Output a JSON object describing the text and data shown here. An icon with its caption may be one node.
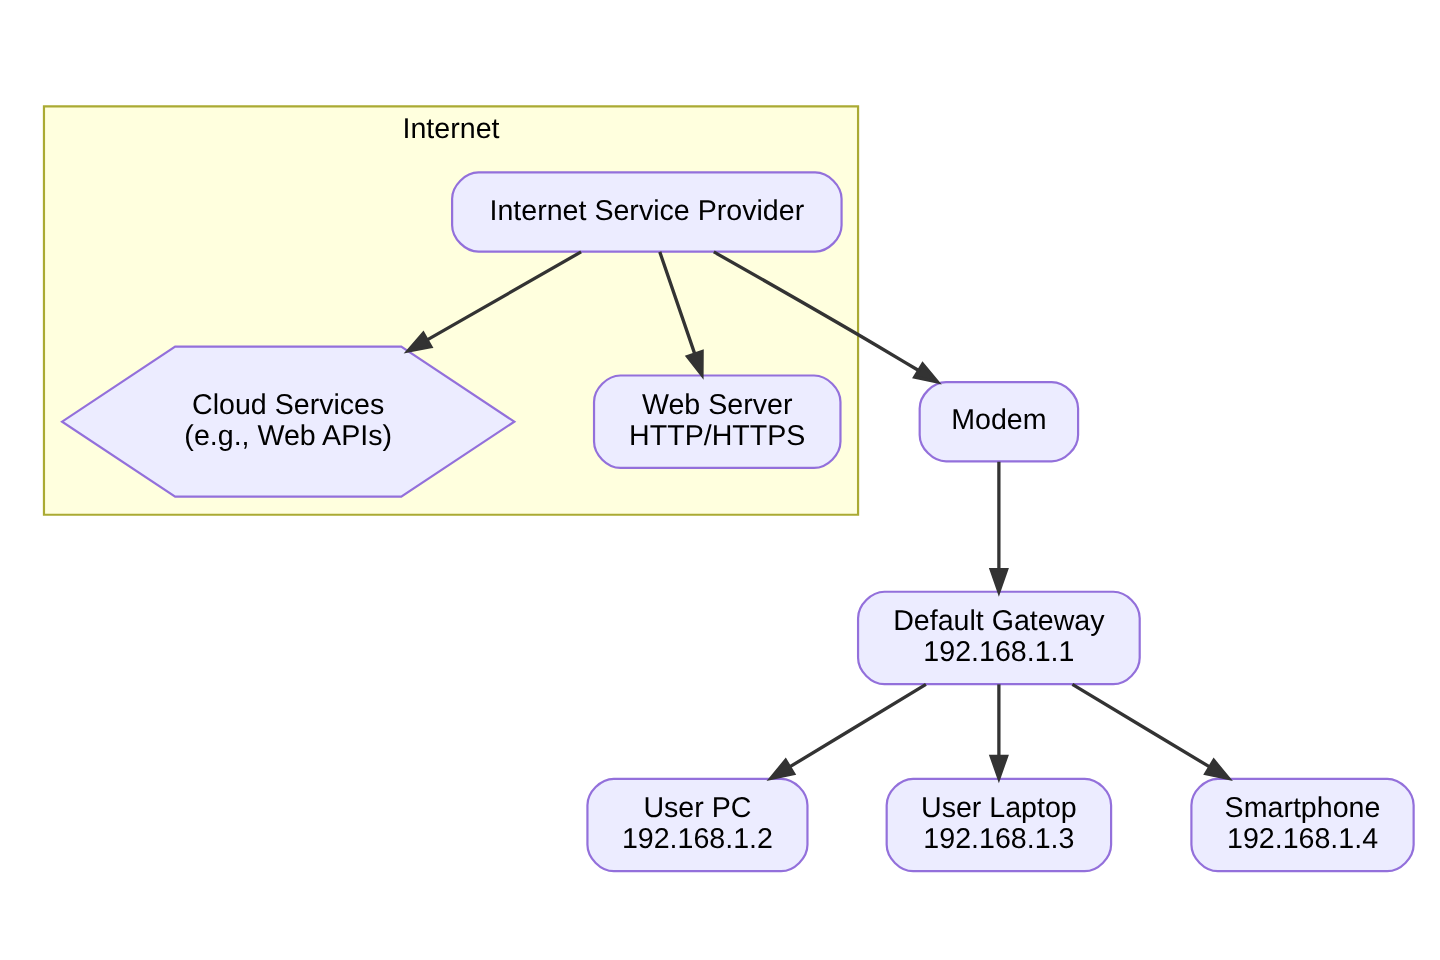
{
  "diagram": {
    "nodes": [
      {
        "text": [
          "Internet"
        ]
      },
      {
        "text": [
          "Internet Service Provider"
        ],
        "in": 0
      },
      {
        "text": [
          "Cloud Services",
          "(e.g., Web APIs)"
        ],
        "in": 0
      },
      {
        "text": [
          "Web Server",
          "HTTP/HTTPS"
        ],
        "in": 0
      },
      {
        "text": [
          "Modem"
        ]
      },
      {
        "text": [
          "Default Gateway",
          "192.168.1.1"
        ]
      },
      {
        "text": [
          "User PC",
          "192.168.1.2"
        ]
      },
      {
        "text": [
          "User Laptop",
          "192.168.1.3"
        ]
      },
      {
        "text": [
          "Smartphone",
          "192.168.1.4"
        ]
      }
    ],
    "edges": [
      {
        "from": 1,
        "to": 2,
        "arrow": "to"
      },
      {
        "from": 1,
        "to": 3,
        "arrow": "to"
      },
      {
        "from": 1,
        "to": 4,
        "arrow": "to"
      },
      {
        "from": 4,
        "to": 5,
        "arrow": "to"
      },
      {
        "from": 5,
        "to": 6,
        "arrow": "to"
      },
      {
        "from": 5,
        "to": 7,
        "arrow": "to"
      },
      {
        "from": 5,
        "to": 8,
        "arrow": "to"
      }
    ]
  }
}
